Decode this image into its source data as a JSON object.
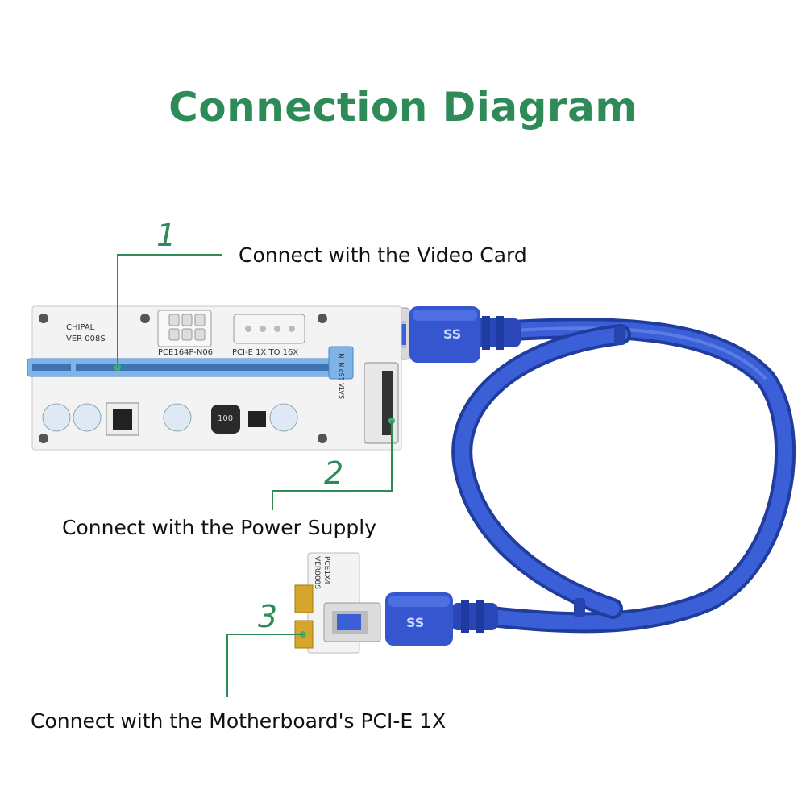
{
  "title": "Connection Diagram",
  "callouts": [
    {
      "number": "1",
      "text": "Connect with the Video Card"
    },
    {
      "number": "2",
      "text": "Connect with the Power Supply"
    },
    {
      "number": "3",
      "text": "Connect with the Motherboard's PCI-E 1X"
    }
  ],
  "board_labels": {
    "brand": "CHIPAL",
    "version": "VER 008S",
    "power_connector": "PCE164P-N06",
    "pcie": "PCI-E 1X TO 16X",
    "sata": "SATA 15PIN IN",
    "inductor": "100",
    "small_version": "VER008S",
    "small_model": "PCE1X4"
  },
  "colors": {
    "accent": "#2e8b57",
    "cable": "#2f4fc4",
    "slot": "#6aa6e0",
    "pcb": "#f2f2f2"
  }
}
